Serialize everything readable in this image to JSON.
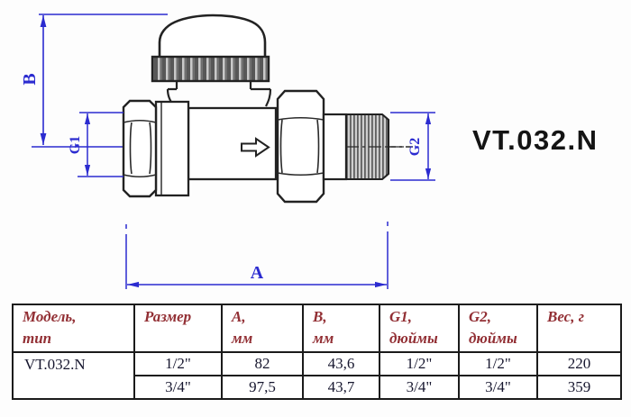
{
  "drawing": {
    "model_label": "VT.032.N",
    "dim_labels": {
      "A": "A",
      "B": "B",
      "G1": "G1",
      "G2": "G2"
    }
  },
  "colors": {
    "dimension_blue": "#2b2bd0",
    "header_red": "#922f34",
    "data_ink": "#16162e",
    "line_black": "#1b1b1b"
  },
  "table": {
    "headers": [
      {
        "line1": "Модель,",
        "line2": "тип"
      },
      {
        "line1": "Размер",
        "line2": ""
      },
      {
        "line1": "А,",
        "line2": "мм"
      },
      {
        "line1": "В,",
        "line2": "мм"
      },
      {
        "line1": "G1,",
        "line2": "дюймы"
      },
      {
        "line1": "G2,",
        "line2": "дюймы"
      },
      {
        "line1": "Вес, г",
        "line2": ""
      }
    ],
    "model": "VT.032.N",
    "rows": [
      {
        "size": "1/2\"",
        "a": "82",
        "b": "43,6",
        "g1": "1/2\"",
        "g2": "1/2\"",
        "weight": "220"
      },
      {
        "size": "3/4\"",
        "a": "97,5",
        "b": "43,7",
        "g1": "3/4\"",
        "g2": "3/4\"",
        "weight": "359"
      }
    ]
  }
}
